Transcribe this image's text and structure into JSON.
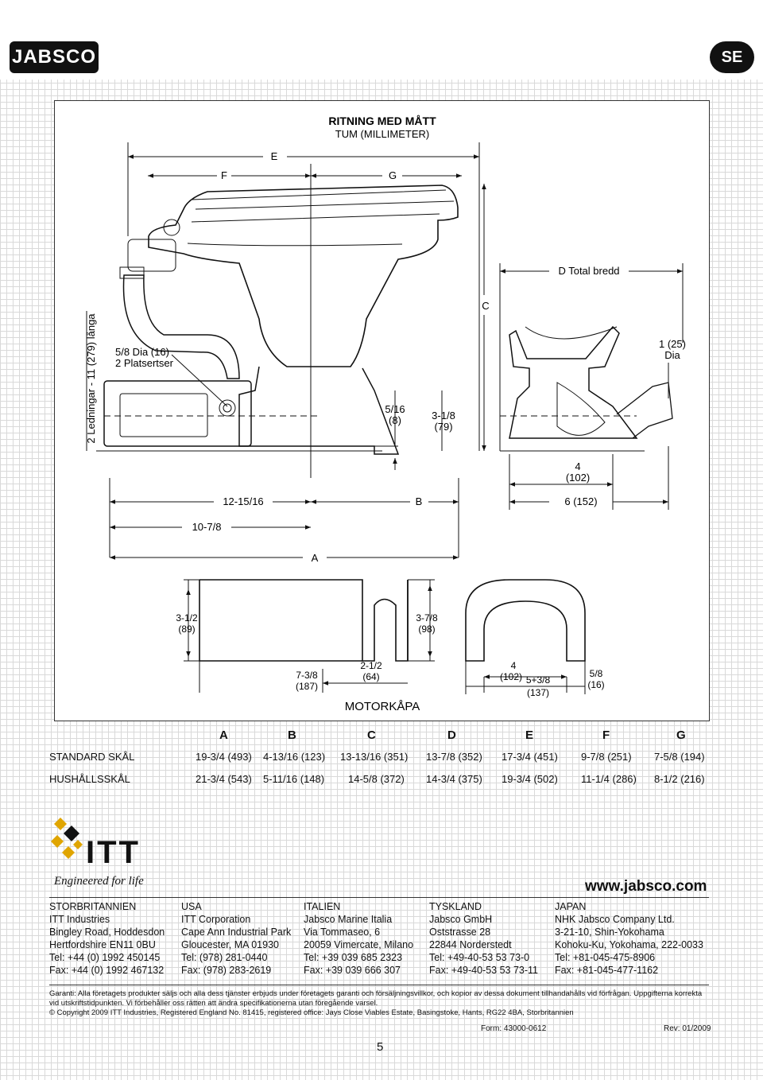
{
  "header": {
    "brand": "JABSCO",
    "lang_badge": "SE"
  },
  "drawing": {
    "title": "RITNING MED MÅTT",
    "subtitle": "TUM (MILLIMETER)",
    "labels": {
      "E": "E",
      "F": "F",
      "G": "G",
      "C": "C",
      "B": "B",
      "A": "A",
      "d_total": "D Total bredd",
      "pipes": "2 Ledningar - 11 (279) långa",
      "dia_a": "5/8 Dia (16)",
      "dia_b": "2 Platsertser",
      "one_a": "1 (25)",
      "one_b": "Dia",
      "five16_a": "5/16",
      "five16_b": "(8)",
      "three18_a": "3-1/8",
      "three18_b": "(79)",
      "four_a": "4",
      "four_b": "(102)",
      "six": "6 (152)",
      "twelve": "12-15/16",
      "ten": "10-7/8",
      "m312_a": "3-1/2",
      "m312_b": "(89)",
      "m378_a": "3-7/8",
      "m378_b": "(98)",
      "m738_a": "7-3/8",
      "m738_b": "(187)",
      "m212_a": "2-1/2",
      "m212_b": "(64)",
      "m4_a": "4",
      "m4_b": "(102)",
      "m538_a": "5+3/8",
      "m538_b": "(137)",
      "m58_a": "5/8",
      "m58_b": "(16)",
      "motor": "MOTORKÅPA"
    }
  },
  "specs": {
    "headers": [
      "A",
      "B",
      "C",
      "D",
      "E",
      "F",
      "G"
    ],
    "rows": [
      {
        "label": "STANDARD SKÅL",
        "values": [
          "19-3/4 (493)",
          "4-13/16 (123)",
          "13-13/16 (351)",
          "13-7/8 (352)",
          "17-3/4 (451)",
          "9-7/8 (251)",
          "7-5/8 (194)"
        ]
      },
      {
        "label": "HUSHÅLLSSKÅL",
        "values": [
          "21-3/4 (543)",
          "5-11/16 (148)",
          "14-5/8 (372)",
          "14-3/4 (375)",
          "19-3/4 (502)",
          "11-1/4 (286)",
          "8-1/2 (216)"
        ]
      }
    ]
  },
  "company": {
    "logo": "ITT",
    "tagline": "Engineered for life",
    "website": "www.jabsco.com"
  },
  "addresses": [
    {
      "lines": [
        "STORBRITANNIEN",
        "ITT Industries",
        "Bingley Road, Hoddesdon",
        "Hertfordshire EN11 0BU",
        "Tel: +44 (0) 1992 450145",
        "Fax: +44 (0) 1992 467132"
      ]
    },
    {
      "lines": [
        "USA",
        "ITT Corporation",
        "Cape Ann Industrial Park",
        "Gloucester, MA 01930",
        "Tel: (978) 281-0440",
        "Fax: (978) 283-2619"
      ]
    },
    {
      "lines": [
        "ITALIEN",
        "Jabsco Marine Italia",
        "Via Tommaseo, 6",
        "20059 Vimercate, Milano",
        "Tel: +39 039 685 2323",
        "Fax: +39 039 666 307"
      ]
    },
    {
      "lines": [
        "TYSKLAND",
        "Jabsco GmbH",
        "Oststrasse 28",
        "22844 Norderstedt",
        "Tel: +49-40-53 53 73-0",
        "Fax: +49-40-53 53 73-11"
      ]
    },
    {
      "lines": [
        "JAPAN",
        "NHK Jabsco Company Ltd.",
        "3-21-10, Shin-Yokohama",
        "Kohoku-Ku, Yokohama, 222-0033",
        "Tel: +81-045-475-8906",
        "Fax: +81-045-477-1162"
      ]
    }
  ],
  "footer": {
    "guarantee": "Garanti: Alla företagets produkter säljs och alla dess tjänster erbjuds under företagets garanti och försäljningsvillkor, och kopior av dessa dokument tillhandahålls vid förfrågan. Uppgifterna korrekta vid utskriftstidpunkten. Vi förbehåller oss rätten att ändra specifikationerna utan föregående varsel.",
    "copyright": "© Copyright 2009 ITT Industries, Registered England No. 81415, registered office: Jays Close Viables Estate, Basingstoke, Hants, RG22 4BA, Storbritannien",
    "form": "Form: 43000-0612",
    "rev": "Rev: 01/2009",
    "page": "5"
  }
}
